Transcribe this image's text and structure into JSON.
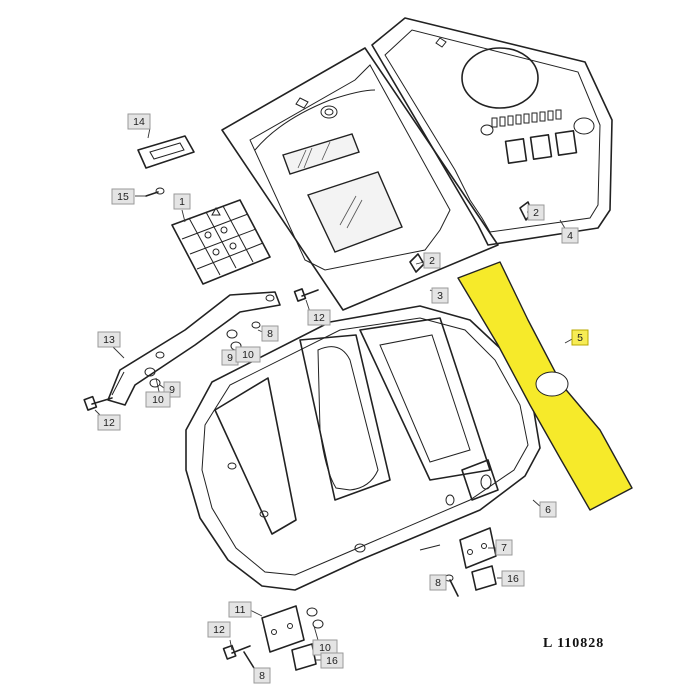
{
  "callouts": [
    {
      "text": "1"
    },
    {
      "text": "2"
    },
    {
      "text": "2"
    },
    {
      "text": "3"
    },
    {
      "text": "4"
    },
    {
      "text": "5"
    },
    {
      "text": "6"
    },
    {
      "text": "7"
    },
    {
      "text": "8"
    },
    {
      "text": "8"
    },
    {
      "text": "8"
    },
    {
      "text": "9"
    },
    {
      "text": "9"
    },
    {
      "text": "10"
    },
    {
      "text": "10"
    },
    {
      "text": "10"
    },
    {
      "text": "11"
    },
    {
      "text": "12"
    },
    {
      "text": "12"
    },
    {
      "text": "12"
    },
    {
      "text": "13"
    },
    {
      "text": "14"
    },
    {
      "text": "15"
    },
    {
      "text": "16"
    },
    {
      "text": "16"
    }
  ],
  "reference": "L 110828",
  "colors": {
    "highlight": "#f6ea2a",
    "label_fill": "#e4e4e4",
    "line": "#222222"
  }
}
